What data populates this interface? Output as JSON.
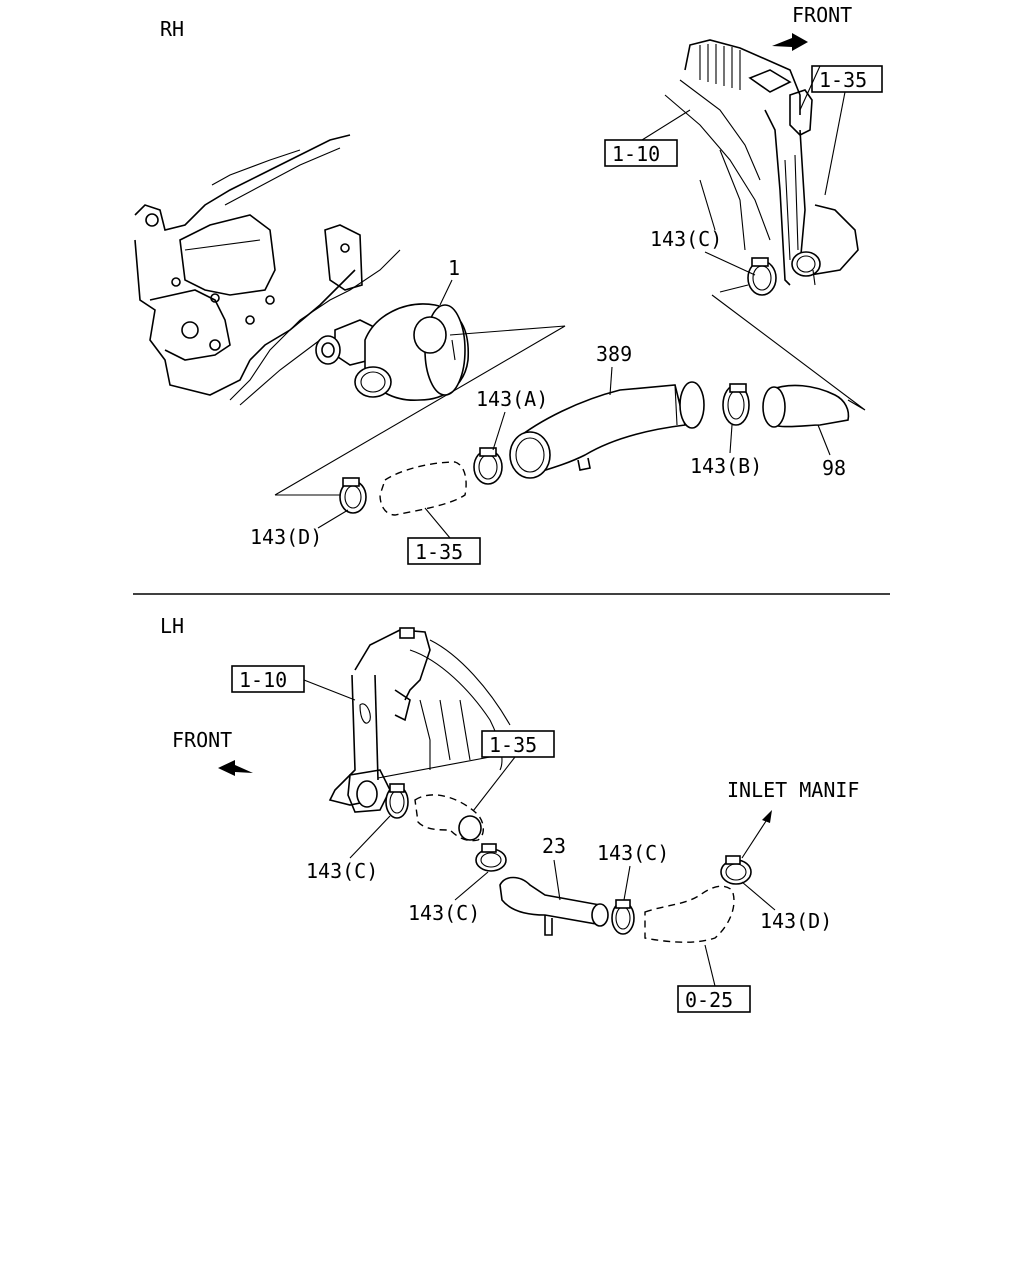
{
  "sections": {
    "rh": "RH",
    "lh": "LH"
  },
  "rh": {
    "front": "FRONT",
    "ref_radiator": "1-10",
    "ref_hose_top": "1-35",
    "ref_hose_bottom": "1-35",
    "clamp_c": "143(C)",
    "part_1": "1",
    "part_389": "389",
    "clamp_a": "143(A)",
    "clamp_b": "143(B)",
    "part_98": "98",
    "clamp_d": "143(D)"
  },
  "lh": {
    "front": "FRONT",
    "ref_radiator": "1-10",
    "ref_hose": "1-35",
    "inlet": "INLET MANIF",
    "clamp_c1": "143(C)",
    "clamp_c2": "143(C)",
    "part_23": "23",
    "clamp_c3": "143(C)",
    "clamp_d": "143(D)",
    "ref_025": "0-25"
  }
}
